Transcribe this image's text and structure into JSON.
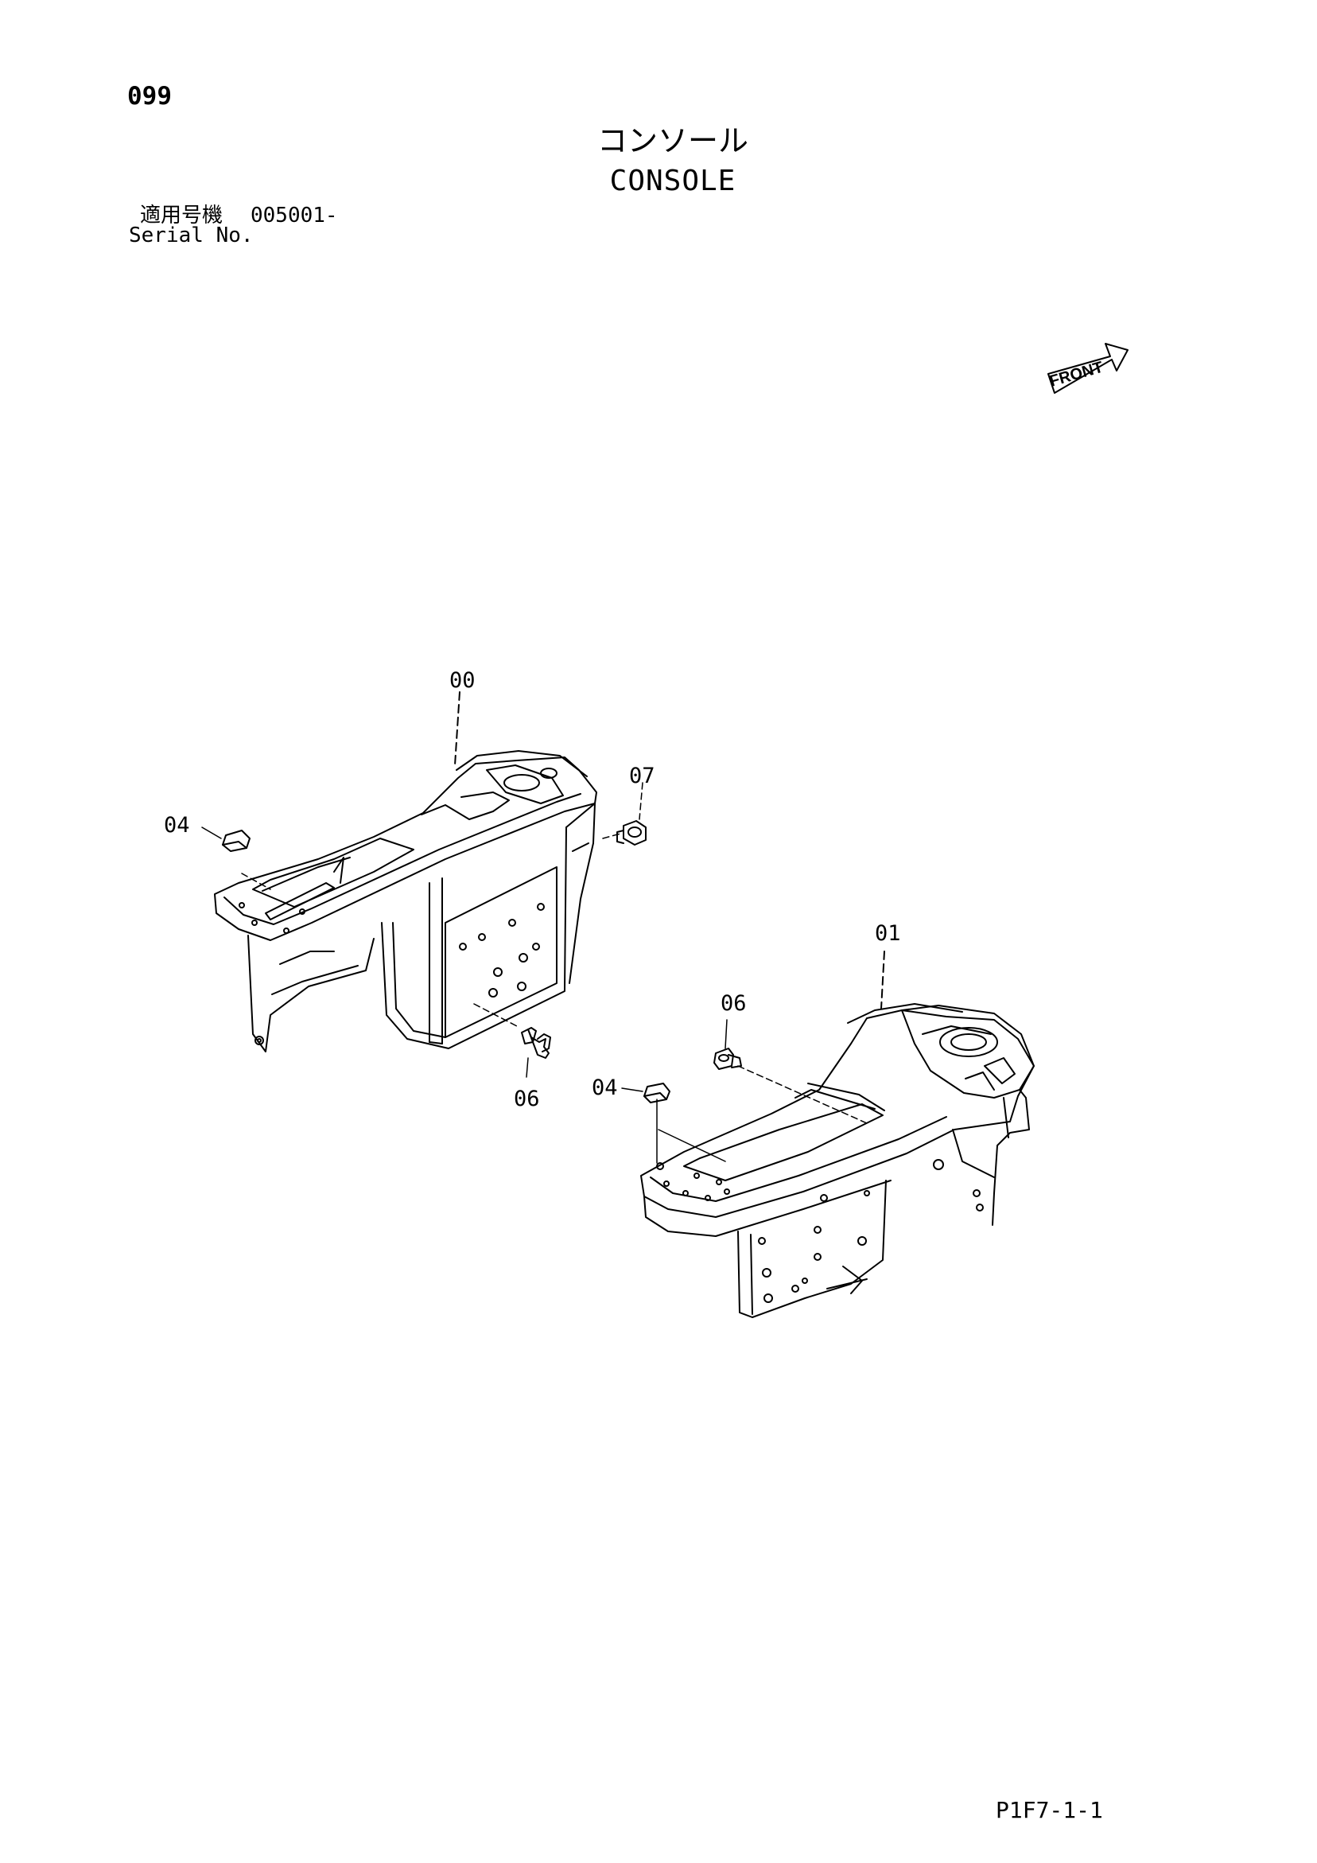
{
  "header": {
    "page_number": "099",
    "title_jp": "コンソール",
    "title_en": "CONSOLE",
    "serial_label_jp": "適用号機",
    "serial_value": "005001-",
    "serial_label_en": "Serial No."
  },
  "front_indicator": {
    "label": "FRONT",
    "icon": "front-arrow-icon"
  },
  "callouts": {
    "c00": "00",
    "c07": "07",
    "c04_left": "04",
    "c06_left": "06",
    "c01": "01",
    "c06_right": "06",
    "c04_right": "04"
  },
  "footer": {
    "drawing_id": "P1F7-1-1"
  },
  "colors": {
    "line": "#000000",
    "background": "#ffffff"
  }
}
